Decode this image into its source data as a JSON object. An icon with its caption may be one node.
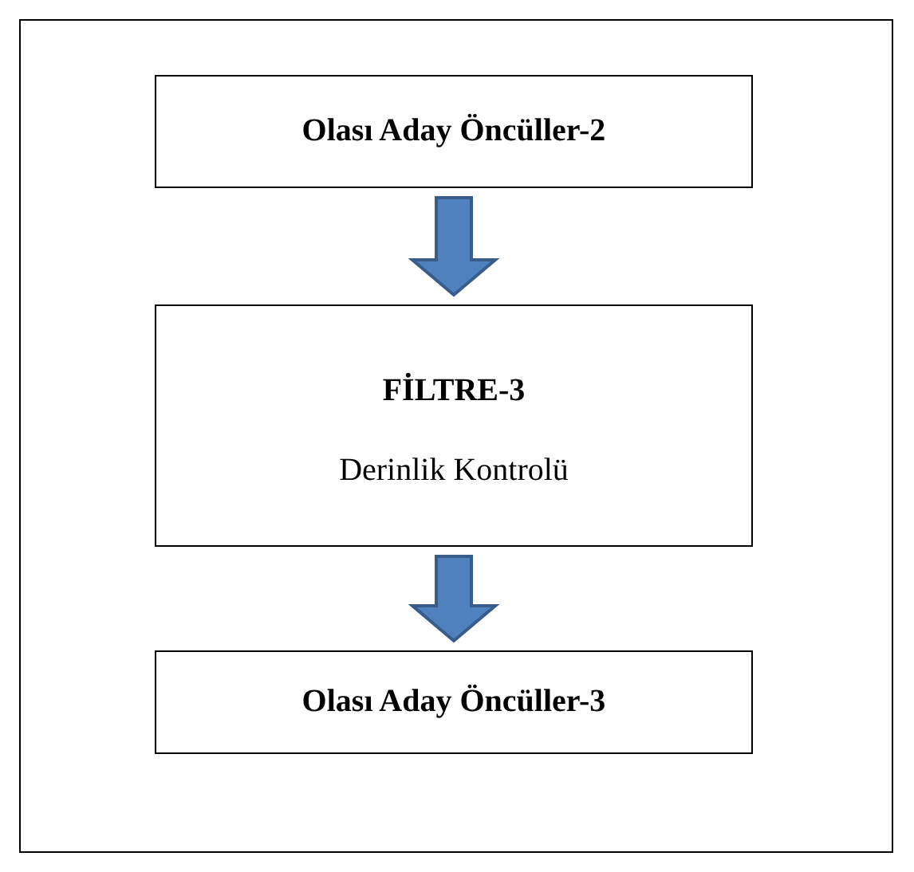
{
  "diagram": {
    "nodes": [
      {
        "text": [
          "Olası Aday Öncüller-2"
        ]
      },
      {
        "text": [
          "FİLTRE-3",
          "Derinlik Kontrolü"
        ]
      },
      {
        "text": [
          "Olası Aday Öncüller-3"
        ]
      }
    ],
    "edges": [
      {
        "from": 0,
        "to": 1,
        "arrow": "to"
      },
      {
        "from": 1,
        "to": 2,
        "arrow": "to"
      }
    ]
  }
}
